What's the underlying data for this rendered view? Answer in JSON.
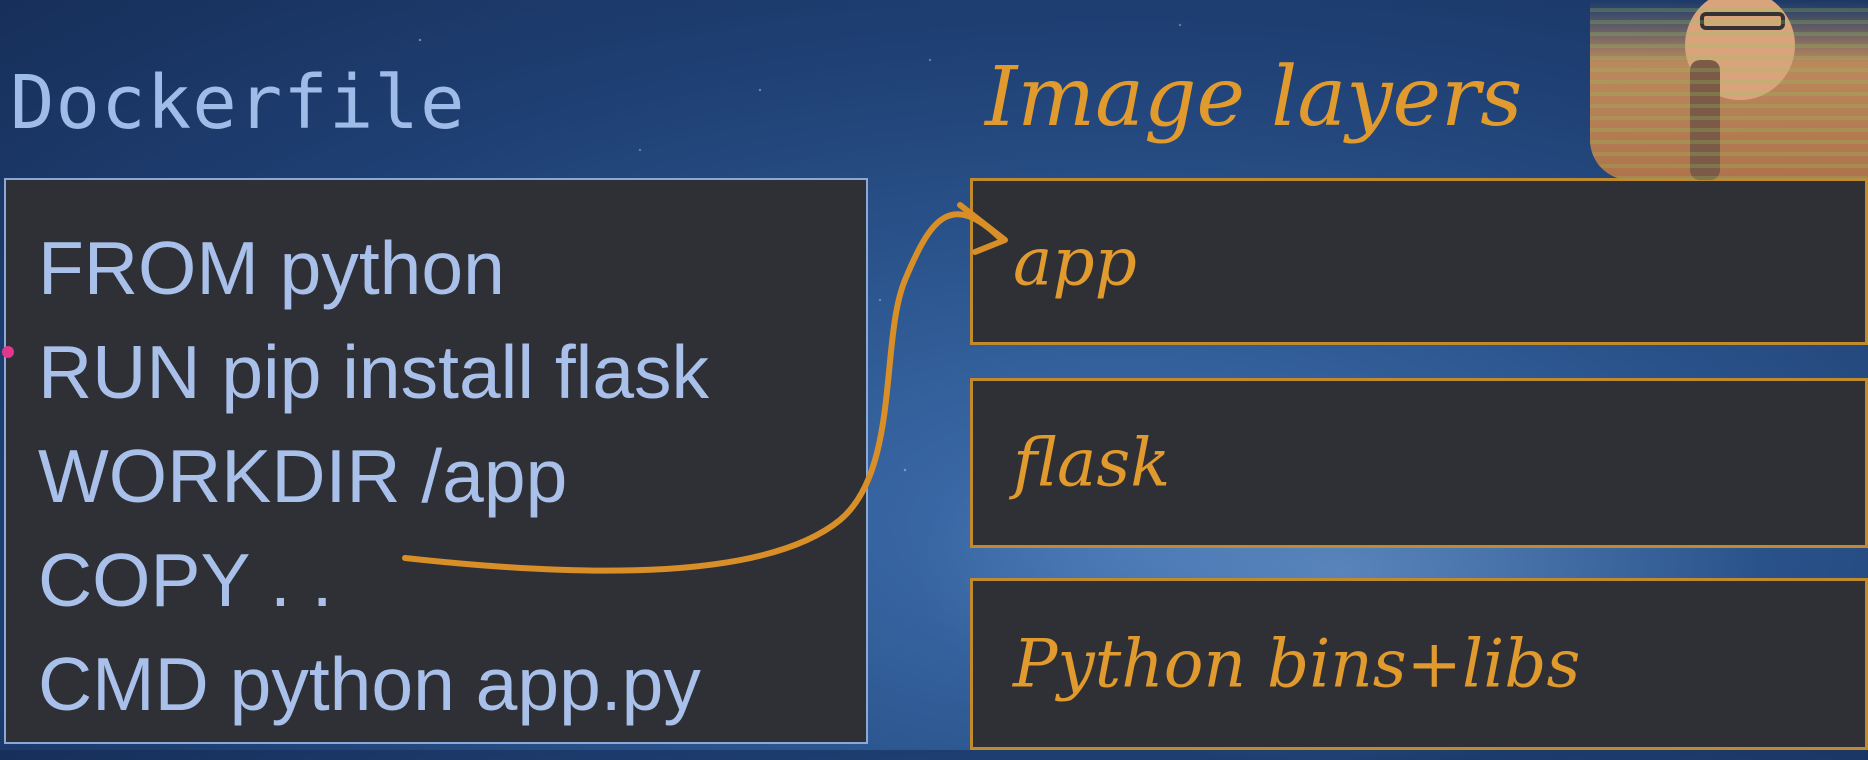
{
  "dockerfile": {
    "title": "Dockerfile",
    "lines": [
      "FROM python",
      "RUN pip install flask",
      "WORKDIR /app",
      "COPY . .",
      "CMD python app.py"
    ]
  },
  "image_layers": {
    "title": "Image layers",
    "layers": [
      "app",
      "flask",
      "Python bins+libs"
    ]
  },
  "colors": {
    "code_text": "#a9c1ea",
    "annotation": "#e09a2d",
    "box_fill": "#2f3035"
  }
}
